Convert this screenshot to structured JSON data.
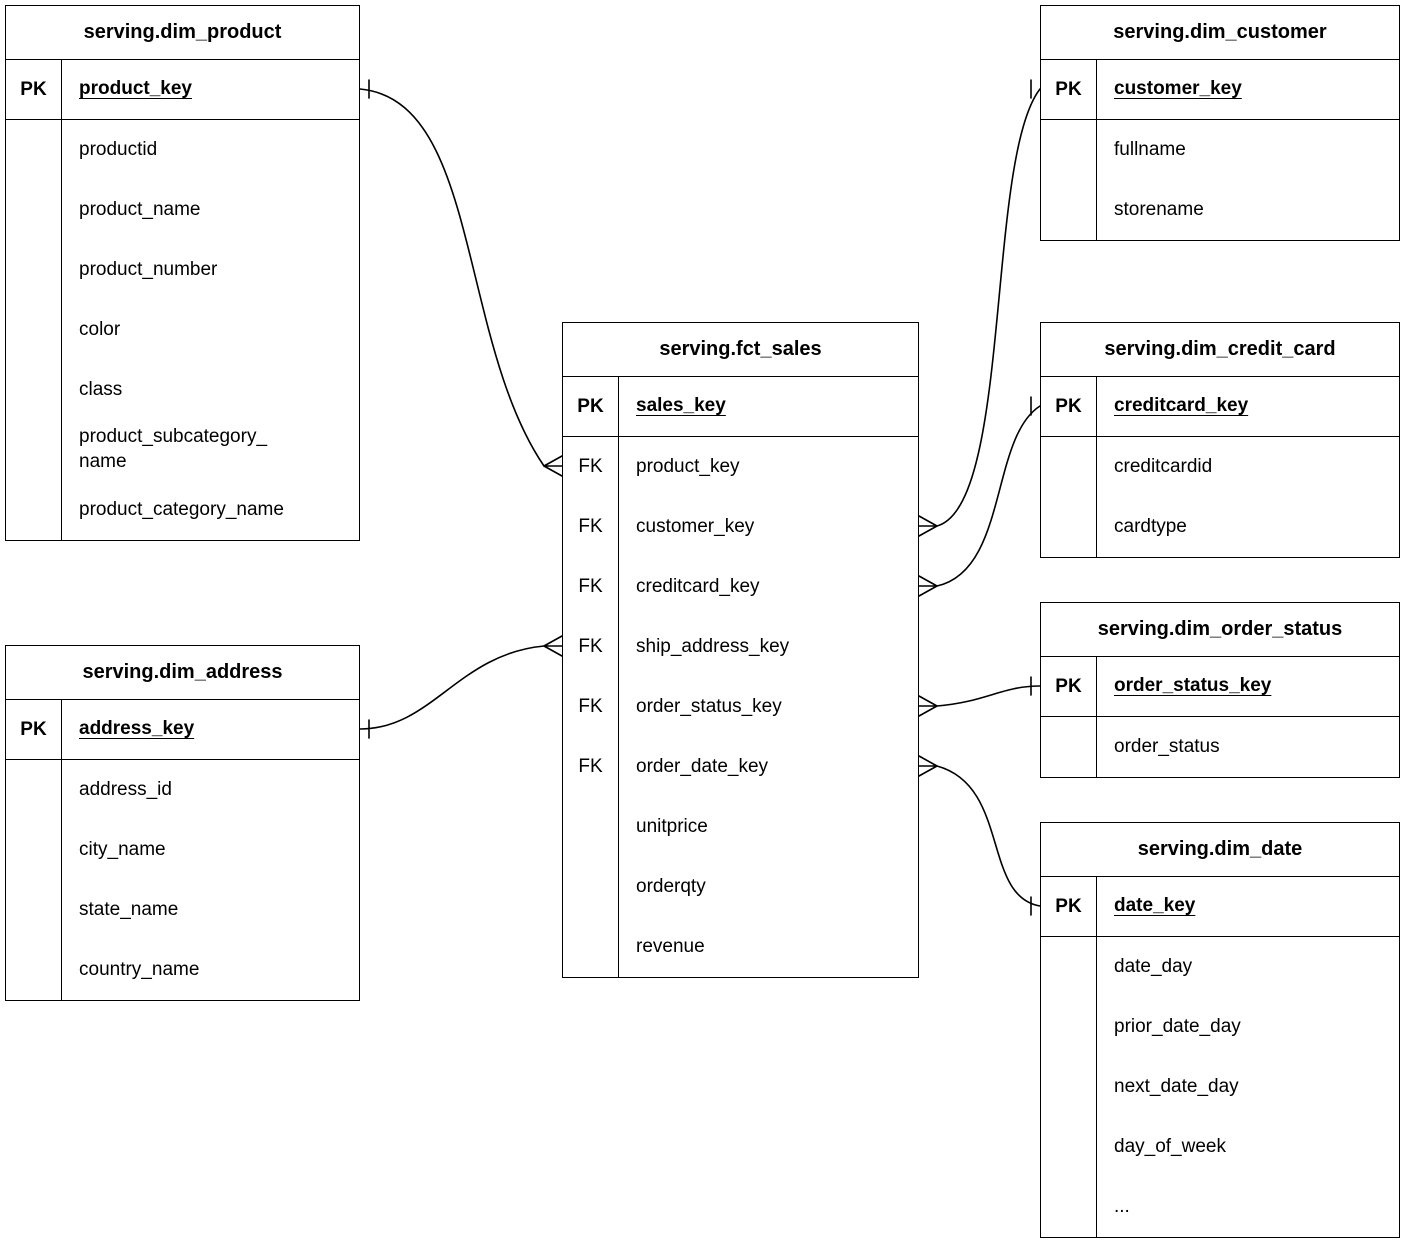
{
  "diagram": {
    "type": "entity-relationship",
    "colors": {
      "line": "#000000",
      "background": "#ffffff",
      "text": "#000000"
    },
    "entities": {
      "dim_product": {
        "title": "serving.dim_product",
        "rows": [
          {
            "key": "PK",
            "attr": "product_key"
          },
          {
            "key": "",
            "attr": "productid"
          },
          {
            "key": "",
            "attr": "product_name"
          },
          {
            "key": "",
            "attr": "product_number"
          },
          {
            "key": "",
            "attr": "color"
          },
          {
            "key": "",
            "attr": "class"
          },
          {
            "key": "",
            "attr": "product_subcategory_\nname"
          },
          {
            "key": "",
            "attr": "product_category_name"
          }
        ]
      },
      "dim_customer": {
        "title": "serving.dim_customer",
        "rows": [
          {
            "key": "PK",
            "attr": "customer_key"
          },
          {
            "key": "",
            "attr": "fullname"
          },
          {
            "key": "",
            "attr": "storename"
          }
        ]
      },
      "fct_sales": {
        "title": "serving.fct_sales",
        "rows": [
          {
            "key": "PK",
            "attr": "sales_key"
          },
          {
            "key": "FK",
            "attr": "product_key"
          },
          {
            "key": "FK",
            "attr": "customer_key"
          },
          {
            "key": "FK",
            "attr": "creditcard_key"
          },
          {
            "key": "FK",
            "attr": "ship_address_key"
          },
          {
            "key": "FK",
            "attr": "order_status_key"
          },
          {
            "key": "FK",
            "attr": "order_date_key"
          },
          {
            "key": "",
            "attr": "unitprice"
          },
          {
            "key": "",
            "attr": "orderqty"
          },
          {
            "key": "",
            "attr": "revenue"
          }
        ]
      },
      "dim_credit_card": {
        "title": "serving.dim_credit_card",
        "rows": [
          {
            "key": "PK",
            "attr": "creditcard_key"
          },
          {
            "key": "",
            "attr": "creditcardid"
          },
          {
            "key": "",
            "attr": "cardtype"
          }
        ]
      },
      "dim_order_status": {
        "title": "serving.dim_order_status",
        "rows": [
          {
            "key": "PK",
            "attr": "order_status_key"
          },
          {
            "key": "",
            "attr": "order_status"
          }
        ]
      },
      "dim_date": {
        "title": "serving.dim_date",
        "rows": [
          {
            "key": "PK",
            "attr": "date_key"
          },
          {
            "key": "",
            "attr": "date_day"
          },
          {
            "key": "",
            "attr": "prior_date_day"
          },
          {
            "key": "",
            "attr": "next_date_day"
          },
          {
            "key": "",
            "attr": "day_of_week"
          },
          {
            "key": "",
            "attr": "..."
          }
        ]
      },
      "dim_address": {
        "title": "serving.dim_address",
        "rows": [
          {
            "key": "PK",
            "attr": "address_key"
          },
          {
            "key": "",
            "attr": "address_id"
          },
          {
            "key": "",
            "attr": "city_name"
          },
          {
            "key": "",
            "attr": "state_name"
          },
          {
            "key": "",
            "attr": "country_name"
          }
        ]
      }
    },
    "relationships": [
      {
        "from": "serving.fct_sales.product_key",
        "to": "serving.dim_product.product_key",
        "cardinality": "many-to-one"
      },
      {
        "from": "serving.fct_sales.customer_key",
        "to": "serving.dim_customer.customer_key",
        "cardinality": "many-to-one"
      },
      {
        "from": "serving.fct_sales.creditcard_key",
        "to": "serving.dim_credit_card.creditcard_key",
        "cardinality": "many-to-one"
      },
      {
        "from": "serving.fct_sales.ship_address_key",
        "to": "serving.dim_address.address_key",
        "cardinality": "many-to-one"
      },
      {
        "from": "serving.fct_sales.order_status_key",
        "to": "serving.dim_order_status.order_status_key",
        "cardinality": "many-to-one"
      },
      {
        "from": "serving.fct_sales.order_date_key",
        "to": "serving.dim_date.date_key",
        "cardinality": "many-to-one"
      }
    ]
  }
}
